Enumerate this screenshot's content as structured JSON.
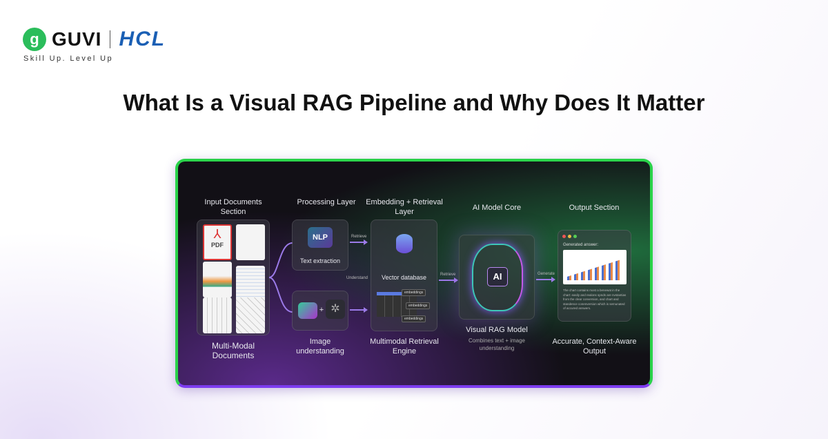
{
  "brand": {
    "guvi": "GUVI",
    "hcl": "HCL",
    "tagline": "Skill Up. Level Up",
    "guvi_color": "#2bbd5b",
    "hcl_color": "#1a5fb4"
  },
  "title": "What Is a Visual RAG Pipeline and Why Does It Matter",
  "diagram": {
    "input": {
      "heading": "Input Documents Section",
      "caption": "Multi-Modal Documents",
      "pdf_label": "PDF"
    },
    "processing": {
      "heading": "Processing Layer",
      "nlp_badge": "NLP",
      "text_label": "Text extraction",
      "image_label": "Image understanding",
      "plus": "+"
    },
    "embedding": {
      "heading": "Embedding + Retrieval Layer",
      "db_label": "Vector database",
      "chips": [
        "embeddings",
        "embeddings",
        "embeddings"
      ],
      "caption": "Multimodal Retrieval Engine"
    },
    "model": {
      "heading": "AI Model Core",
      "badge": "AI",
      "caption": "Visual RAG Model",
      "subcaption": "Combines text + image understanding"
    },
    "output": {
      "heading": "Output Section",
      "answer_heading": "Generated answer:",
      "answer_text": "The chart contains most a benewat in the chart: easily and realons spnds are nvstantias from the clear conversion, and chart and standence conenversion which is semunated of accured answers.",
      "caption": "Accurate, Context-Aware Output"
    },
    "edges": {
      "retrieve1": "Retrieve",
      "understand": "Understand",
      "retrieve2": "Retrieve",
      "generate": "Generate"
    },
    "border_colors": [
      "#2ad34a",
      "#7d3cf0"
    ]
  }
}
